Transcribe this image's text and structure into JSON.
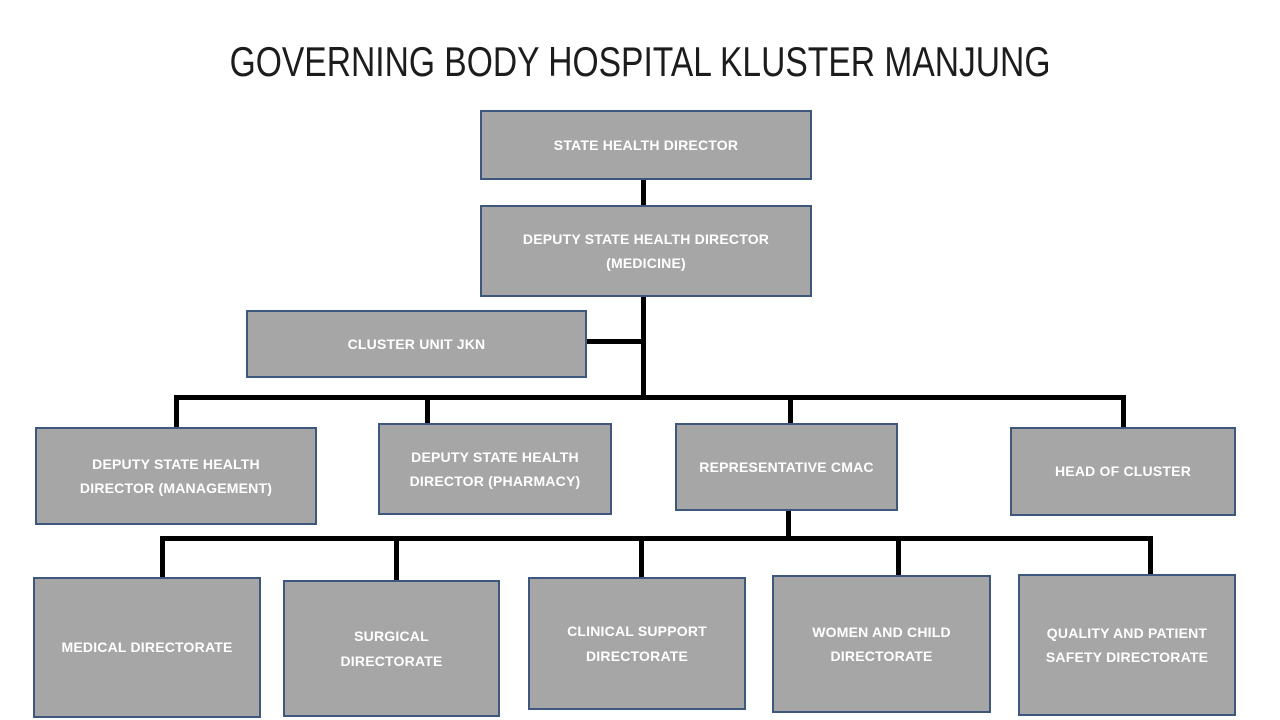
{
  "title": "GOVERNING BODY HOSPITAL KLUSTER MANJUNG",
  "colors": {
    "background": "#ffffff",
    "box_fill": "#a6a6a6",
    "box_border": "#3e587d",
    "box_text": "#ffffff",
    "connector": "#000000",
    "title_text": "#1c1c1c"
  },
  "org": {
    "root": {
      "label": "STATE HEALTH DIRECTOR"
    },
    "level2": {
      "label": "DEPUTY STATE HEALTH DIRECTOR (MEDICINE)"
    },
    "side_unit": {
      "label": "CLUSTER UNIT JKN"
    },
    "level3": [
      {
        "label": "DEPUTY STATE HEALTH DIRECTOR (MANAGEMENT)"
      },
      {
        "label": "DEPUTY STATE HEALTH DIRECTOR (PHARMACY)"
      },
      {
        "label": "REPRESENTATIVE CMAC"
      },
      {
        "label": "HEAD OF CLUSTER"
      }
    ],
    "level4": [
      {
        "label": "MEDICAL DIRECTORATE"
      },
      {
        "label": "SURGICAL DIRECTORATE"
      },
      {
        "label": "CLINICAL SUPPORT DIRECTORATE"
      },
      {
        "label": "WOMEN AND CHILD DIRECTORATE"
      },
      {
        "label": "QUALITY AND PATIENT SAFETY DIRECTORATE"
      }
    ],
    "relations": [
      {
        "parent": "STATE HEALTH DIRECTOR",
        "child": "DEPUTY STATE HEALTH DIRECTOR (MEDICINE)"
      },
      {
        "parent": "DEPUTY STATE HEALTH DIRECTOR (MEDICINE)",
        "child": "CLUSTER UNIT JKN"
      },
      {
        "parent": "DEPUTY STATE HEALTH DIRECTOR (MEDICINE)",
        "child": "DEPUTY STATE HEALTH DIRECTOR (MANAGEMENT)"
      },
      {
        "parent": "DEPUTY STATE HEALTH DIRECTOR (MEDICINE)",
        "child": "DEPUTY STATE HEALTH DIRECTOR (PHARMACY)"
      },
      {
        "parent": "DEPUTY STATE HEALTH DIRECTOR (MEDICINE)",
        "child": "REPRESENTATIVE CMAC"
      },
      {
        "parent": "DEPUTY STATE HEALTH DIRECTOR (MEDICINE)",
        "child": "HEAD OF CLUSTER"
      },
      {
        "parent": "REPRESENTATIVE CMAC",
        "child": "MEDICAL DIRECTORATE"
      },
      {
        "parent": "REPRESENTATIVE CMAC",
        "child": "SURGICAL DIRECTORATE"
      },
      {
        "parent": "REPRESENTATIVE CMAC",
        "child": "CLINICAL SUPPORT DIRECTORATE"
      },
      {
        "parent": "REPRESENTATIVE CMAC",
        "child": "WOMEN AND CHILD DIRECTORATE"
      },
      {
        "parent": "REPRESENTATIVE CMAC",
        "child": "QUALITY AND PATIENT SAFETY DIRECTORATE"
      }
    ]
  }
}
